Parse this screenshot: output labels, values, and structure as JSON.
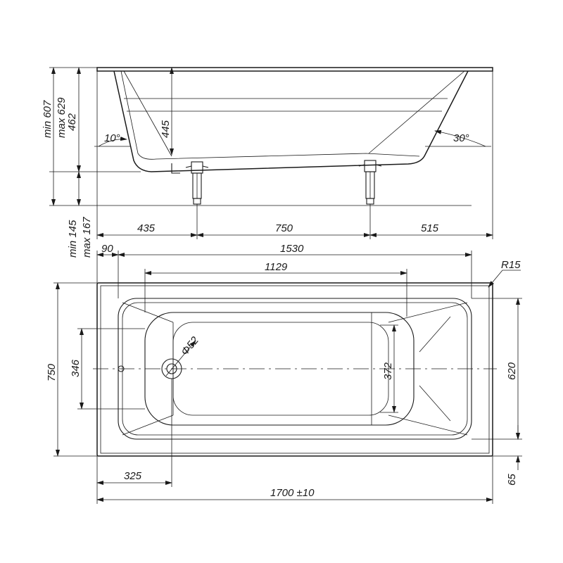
{
  "side_view": {
    "height_range_total": [
      "min 607",
      "max 629"
    ],
    "body_height": "462",
    "inner_depth": "445",
    "left_angle": "10°",
    "right_angle": "30°",
    "leg_height": [
      "min 145",
      "max 167"
    ],
    "left_offset": "435",
    "leg_spacing": "750",
    "right_offset": "515"
  },
  "top_view": {
    "rim_left": "90",
    "inner_length": "1530",
    "bottom_length": "1129",
    "corner_radius": "R15",
    "drain_diameter": "Φ52",
    "total_width": "750",
    "overflow_spacing": "346",
    "bottom_width": "372",
    "inner_width": "620",
    "rim_bottom": "65",
    "drain_offset": "325",
    "total_length": "1700 ±10"
  }
}
